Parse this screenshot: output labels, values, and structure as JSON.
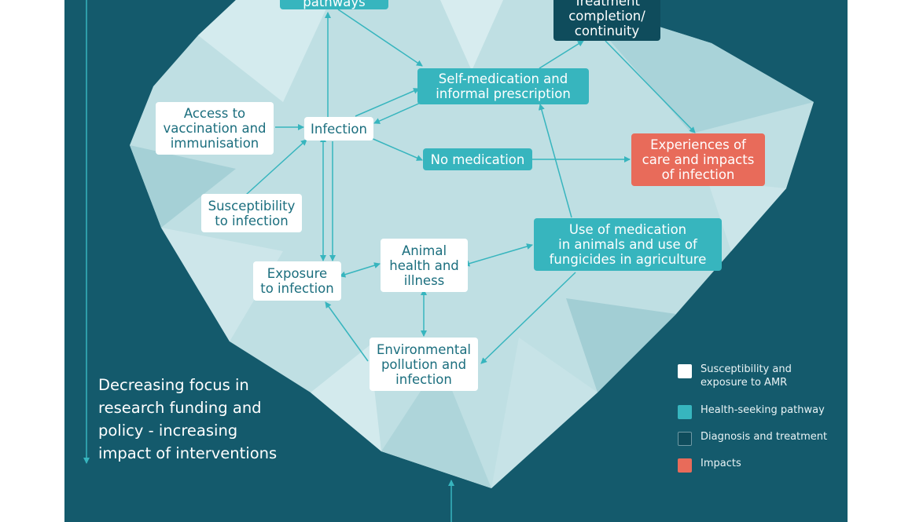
{
  "nodes": {
    "pathways": "pathways",
    "treatment": "Treatment\ncompletion/\ncontinuity",
    "self_medication": "Self-medication and\ninformal prescription",
    "access_vaccination": "Access to\nvaccination and\nimmunisation",
    "infection": "Infection",
    "no_medication": "No medication",
    "experiences": "Experiences of\ncare and impacts\nof infection",
    "susceptibility": "Susceptibility\nto infection",
    "use_medication": "Use of medication\nin animals and use of\nfungicides in agriculture",
    "animal_health": "Animal\nhealth and\nillness",
    "exposure": "Exposure\nto infection",
    "environmental": "Environmental\npollution and\ninfection"
  },
  "focus_text": "Decreasing focus in\nresearch funding and\npolicy - increasing\nimpact of interventions",
  "legend": [
    {
      "label": "Susceptibility and\nexposure to AMR",
      "color": "#ffffff"
    },
    {
      "label": "Health-seeking pathway",
      "color": "#37b5be"
    },
    {
      "label": "Diagnosis and treatment",
      "color": "#0f4c5c"
    },
    {
      "label": "Impacts",
      "color": "#e86b5a"
    }
  ],
  "colors": {
    "background": "#145a6c",
    "iceberg": "#bfdfe3",
    "susceptibility": "#ffffff",
    "health_seeking": "#37b5be",
    "diagnosis": "#0f4c5c",
    "impacts": "#e86b5a",
    "arrow": "#37b5be"
  }
}
